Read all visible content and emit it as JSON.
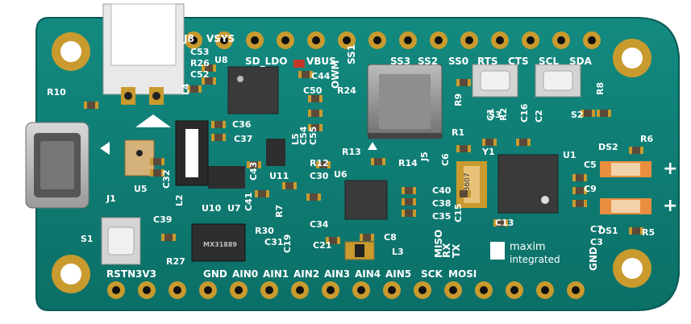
{
  "board": {
    "colors": {
      "pcb": "#0e7a72",
      "pcb_dark": "#0a5f59",
      "silkscreen": "#ffffff",
      "pad_gold": "#c99a2e",
      "ic_black": "#2b2b2b",
      "led_orange": "#e88e3e"
    },
    "header_top": {
      "connector_label": "J8",
      "labels": [
        "VSYS",
        "SD_LDO",
        "VBUS",
        "OWM",
        "SS1",
        "SS3",
        "SS2",
        "SS0",
        "RTS",
        "CTS",
        "SCL",
        "SDA"
      ]
    },
    "header_bottom": {
      "labels": [
        "RSTN",
        "3V3",
        "GND",
        "AIN0",
        "AIN1",
        "AIN2",
        "AIN3",
        "AIN4",
        "AIN5",
        "SCK",
        "MOSI",
        "MISO",
        "RX",
        "TX",
        "GND"
      ]
    },
    "components": [
      "C53",
      "R26",
      "C52",
      "U8",
      "L4",
      "C44",
      "C50",
      "R24",
      "L5",
      "C54",
      "C55",
      "R10",
      "J1",
      "U5",
      "C32",
      "L2",
      "C36",
      "C37",
      "C43",
      "U11",
      "C39",
      "U10",
      "U7",
      "C41",
      "R7",
      "C30",
      "U6",
      "R12",
      "R13",
      "C34",
      "J5",
      "R14",
      "C40",
      "C38",
      "C35",
      "C6",
      "Y1",
      "R1",
      "C15",
      "C13",
      "U1",
      "R2",
      "C16",
      "C1",
      "C2",
      "S3",
      "S2",
      "R9",
      "R8",
      "DS2",
      "R6",
      "C5",
      "C9",
      "DS1",
      "R5",
      "C7",
      "C3",
      "S1",
      "R27",
      "R30",
      "C31",
      "C19",
      "C21",
      "C8",
      "L3"
    ],
    "chip_markings": {
      "crystal": "AB607",
      "u10": "MX31889"
    },
    "logo": {
      "line1": "maxim",
      "line2": "integrated"
    },
    "polarity": [
      "+",
      "+"
    ]
  }
}
